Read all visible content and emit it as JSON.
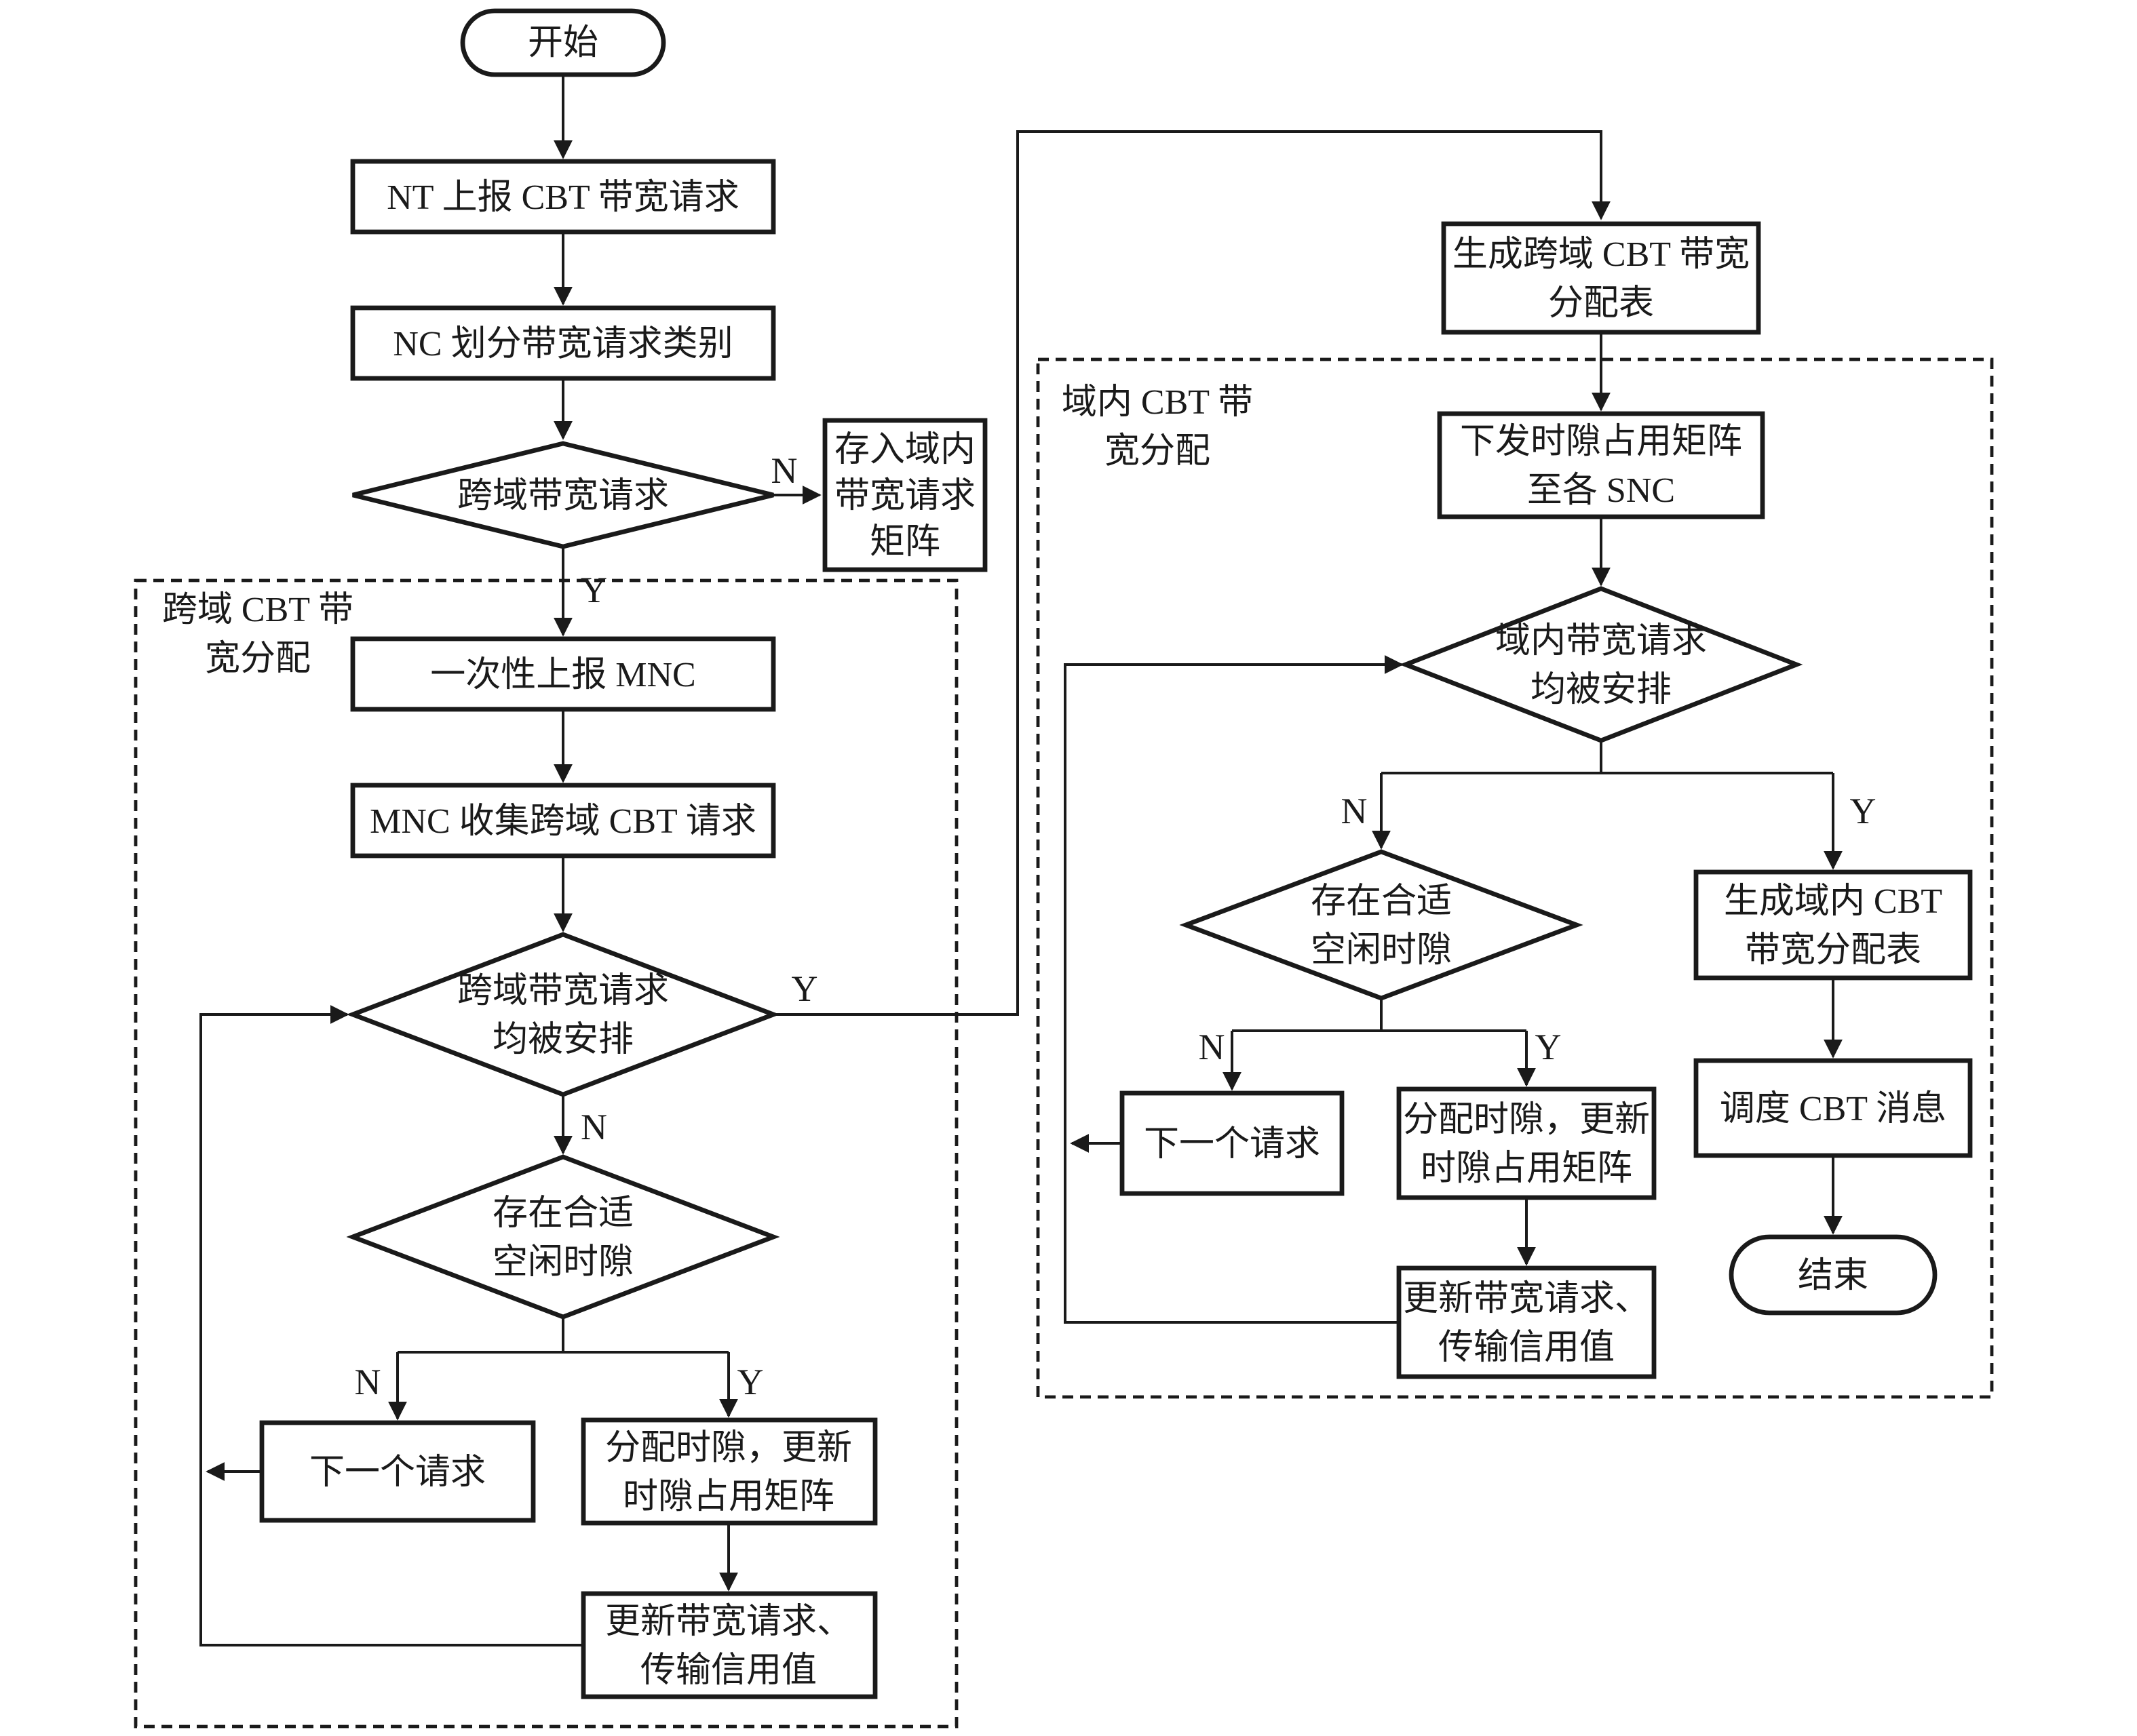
{
  "branch_labels": {
    "yes": "Y",
    "no": "N"
  },
  "groups": {
    "cross_domain": {
      "label_lines": [
        "跨域 CBT 带",
        "宽分配"
      ]
    },
    "intra_domain": {
      "label_lines": [
        "域内 CBT 带",
        "宽分配"
      ]
    }
  },
  "nodes": {
    "start": {
      "type": "terminal",
      "label": "开始"
    },
    "nt_report": {
      "type": "process",
      "label": "NT 上报 CBT 带宽请求"
    },
    "nc_classify": {
      "type": "process",
      "label": "NC 划分带宽请求类别"
    },
    "cross_domain_check": {
      "type": "decision",
      "label": "跨域带宽请求"
    },
    "store_intra_matrix": {
      "type": "process",
      "lines": [
        "存入域内",
        "带宽请求",
        "矩阵"
      ]
    },
    "report_mnc": {
      "type": "process",
      "label": "一次性上报 MNC"
    },
    "mnc_collect": {
      "type": "process",
      "label": "MNC 收集跨域 CBT 请求"
    },
    "cross_all_arranged": {
      "type": "decision",
      "lines": [
        "跨域带宽请求",
        "均被安排"
      ]
    },
    "cross_free_slot": {
      "type": "decision",
      "lines": [
        "存在合适",
        "空闲时隙"
      ]
    },
    "cross_next_request": {
      "type": "process",
      "label": "下一个请求"
    },
    "cross_allocate": {
      "type": "process",
      "lines": [
        "分配时隙，更新",
        "时隙占用矩阵"
      ]
    },
    "cross_update": {
      "type": "process",
      "lines": [
        "更新带宽请求、",
        "传输信用值"
      ]
    },
    "gen_cross_table": {
      "type": "process",
      "lines": [
        "生成跨域 CBT 带宽",
        "分配表"
      ]
    },
    "send_slot_matrix": {
      "type": "process",
      "lines": [
        "下发时隙占用矩阵",
        "至各 SNC"
      ]
    },
    "intra_all_arranged": {
      "type": "decision",
      "lines": [
        "域内带宽请求",
        "均被安排"
      ]
    },
    "intra_free_slot": {
      "type": "decision",
      "lines": [
        "存在合适",
        "空闲时隙"
      ]
    },
    "gen_intra_table": {
      "type": "process",
      "lines": [
        "生成域内 CBT",
        "带宽分配表"
      ]
    },
    "intra_next_request": {
      "type": "process",
      "label": "下一个请求"
    },
    "intra_allocate": {
      "type": "process",
      "lines": [
        "分配时隙，更新",
        "时隙占用矩阵"
      ]
    },
    "intra_update": {
      "type": "process",
      "lines": [
        "更新带宽请求、",
        "传输信用值"
      ]
    },
    "schedule_cbt": {
      "type": "process",
      "label": "调度 CBT 消息"
    },
    "end": {
      "type": "terminal",
      "label": "结束"
    }
  },
  "colors": {
    "line": "#1a1a1a",
    "background": "#ffffff",
    "text": "#1a1a1a"
  }
}
